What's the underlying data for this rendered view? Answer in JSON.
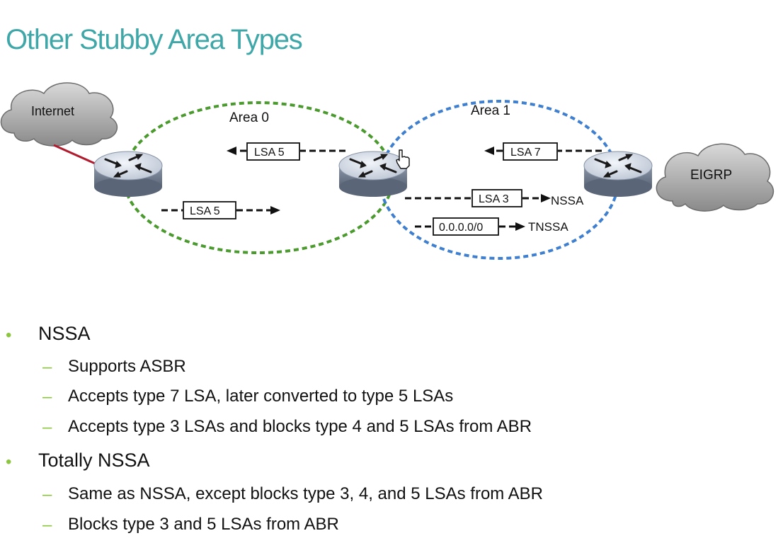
{
  "title": "Other Stubby Area Types",
  "diagram": {
    "internet_label": "Internet",
    "eigrp_label": "EIGRP",
    "area0_label": "Area 0",
    "area1_label": "Area 1",
    "lsa5_top": "LSA 5",
    "lsa5_bottom": "LSA 5",
    "lsa7": "LSA 7",
    "lsa3": "LSA 3",
    "nssa": "NSSA",
    "default_route": "0.0.0.0/0",
    "tnssa": "TNSSA",
    "colors": {
      "area0": "#4a9a2e",
      "area1": "#3f7fd0",
      "internet_link": "#b01c2e"
    }
  },
  "bullets": [
    {
      "label": "NSSA",
      "subs": [
        "Supports ASBR",
        "Accepts type 7 LSA, later converted to type 5 LSAs",
        "Accepts type 3 LSAs and blocks type 4 and 5 LSAs from ABR"
      ]
    },
    {
      "label": "Totally NSSA",
      "subs": [
        "Same as NSSA, except blocks type 3, 4, and 5 LSAs from ABR",
        "Blocks type 3 and 5 LSAs from ABR"
      ]
    }
  ]
}
